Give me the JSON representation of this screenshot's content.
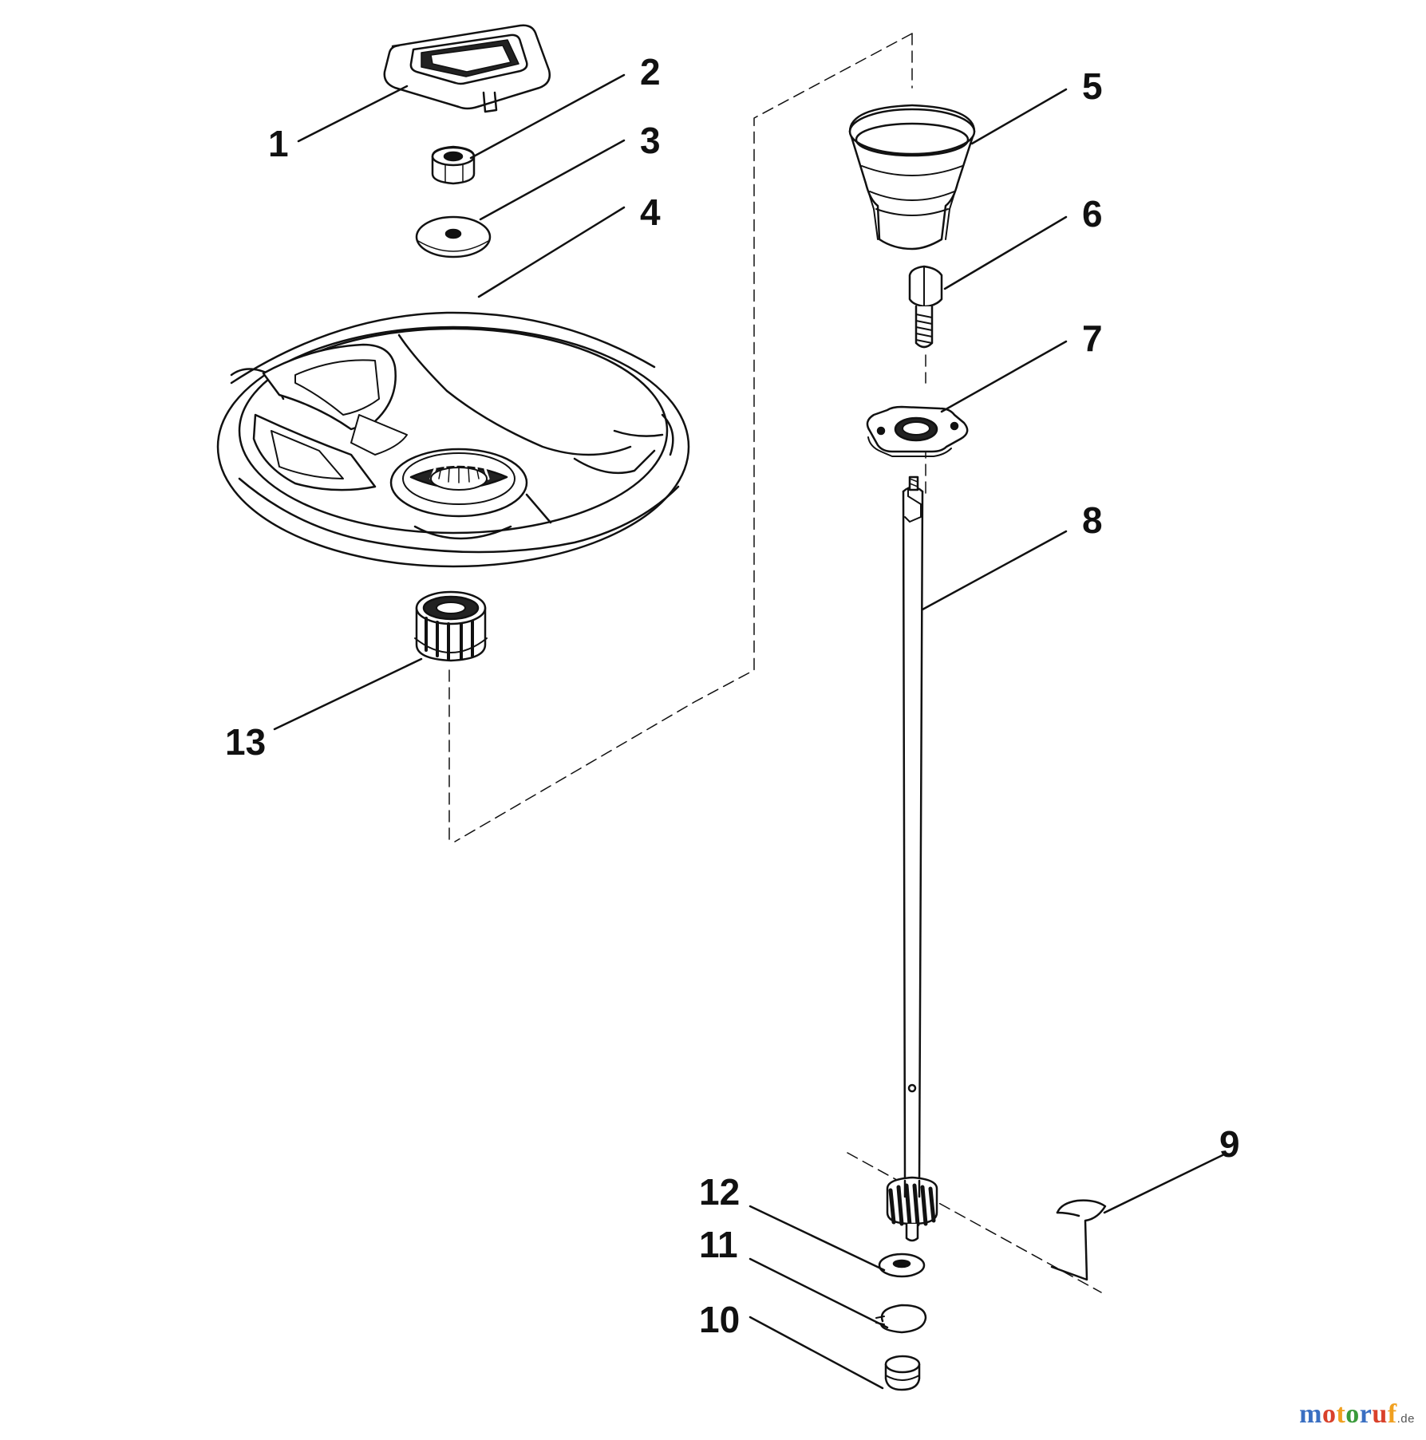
{
  "diagram": {
    "callouts": [
      {
        "number": "1"
      },
      {
        "number": "2"
      },
      {
        "number": "3"
      },
      {
        "number": "4"
      },
      {
        "number": "5"
      },
      {
        "number": "6"
      },
      {
        "number": "7"
      },
      {
        "number": "8"
      },
      {
        "number": "9"
      },
      {
        "number": "10"
      },
      {
        "number": "11"
      },
      {
        "number": "12"
      },
      {
        "number": "13"
      }
    ]
  },
  "watermark": {
    "letters": [
      "m",
      "o",
      "t",
      "o",
      "r",
      "u",
      "f"
    ],
    "colors": [
      "#3a6fc2",
      "#d9412b",
      "#f0a020",
      "#3a9a3a",
      "#3a6fc2",
      "#d9412b",
      "#f0a020"
    ],
    "suffix": ".de"
  },
  "colors": {
    "line": "#111111",
    "background": "#ffffff"
  }
}
